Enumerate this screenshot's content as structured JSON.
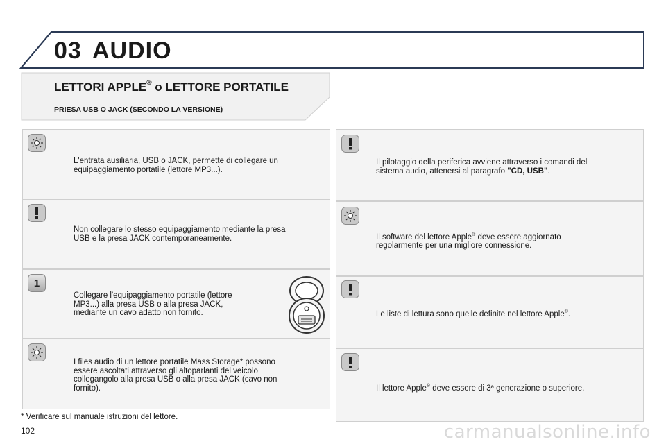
{
  "header": {
    "chapter_number": "03",
    "chapter_title": "AUDIO"
  },
  "section": {
    "title_main": "LETTORI APPLE",
    "title_sup": "®",
    "title_rest": " o LETTORE PORTATILE",
    "subtitle": "PRIESA USB O JACK (SECONDO LA VERSIONE)"
  },
  "left_panels": [
    {
      "icon": "lightbulb-icon",
      "text": [
        "L'entrata ausiliaria, USB o JACK, permette di collegare un",
        "equipaggiamento portatile (lettore MP3...)."
      ]
    },
    {
      "icon": "exclamation-icon",
      "text": [
        "Non collegare lo stesso equipaggiamento mediante la presa",
        "USB e la presa JACK contemporaneamente."
      ]
    },
    {
      "icon": "number-icon",
      "badge": "1",
      "text": [
        "Collegare l'equipaggiamento portatile (lettore",
        "MP3...) alla presa USB o alla presa JACK,",
        "mediante un cavo adatto non fornito."
      ]
    },
    {
      "icon": "lightbulb-icon",
      "text": [
        "I files audio di un lettore portatile Mass Storage* possono",
        "essere ascoltati attraverso gli altoparlanti del veicolo",
        "collegangolo alla presa USB o alla presa JACK (cavo non",
        "fornito)."
      ]
    }
  ],
  "right_panels": [
    {
      "icon": "exclamation-icon",
      "line1": "Il pilotaggio della periferica avviene attraverso i comandi del",
      "line2_pre": "sistema audio, attenersi al paragrafo ",
      "line2_bold": "\"CD, USB\"",
      "line2_post": "."
    },
    {
      "icon": "lightbulb-icon",
      "line1_pre": "Il software del lettore Apple",
      "sup": "®",
      "line1_post": " deve essere aggiornato",
      "line2": "regolarmente per una migliore connessione."
    },
    {
      "icon": "exclamation-icon",
      "line1_pre": "Le liste di lettura sono quelle definite nel lettore Apple",
      "sup": "®",
      "line1_post": "."
    },
    {
      "icon": "exclamation-icon",
      "line1_pre": "Il lettore Apple",
      "sup": "®",
      "line1_post": " deve essere di 3ª generazione o superiore."
    }
  ],
  "footnote": "* Verificare sul manuale istruzioni del lettore.",
  "page_number": "102",
  "watermark": "carmanualsonline.info"
}
